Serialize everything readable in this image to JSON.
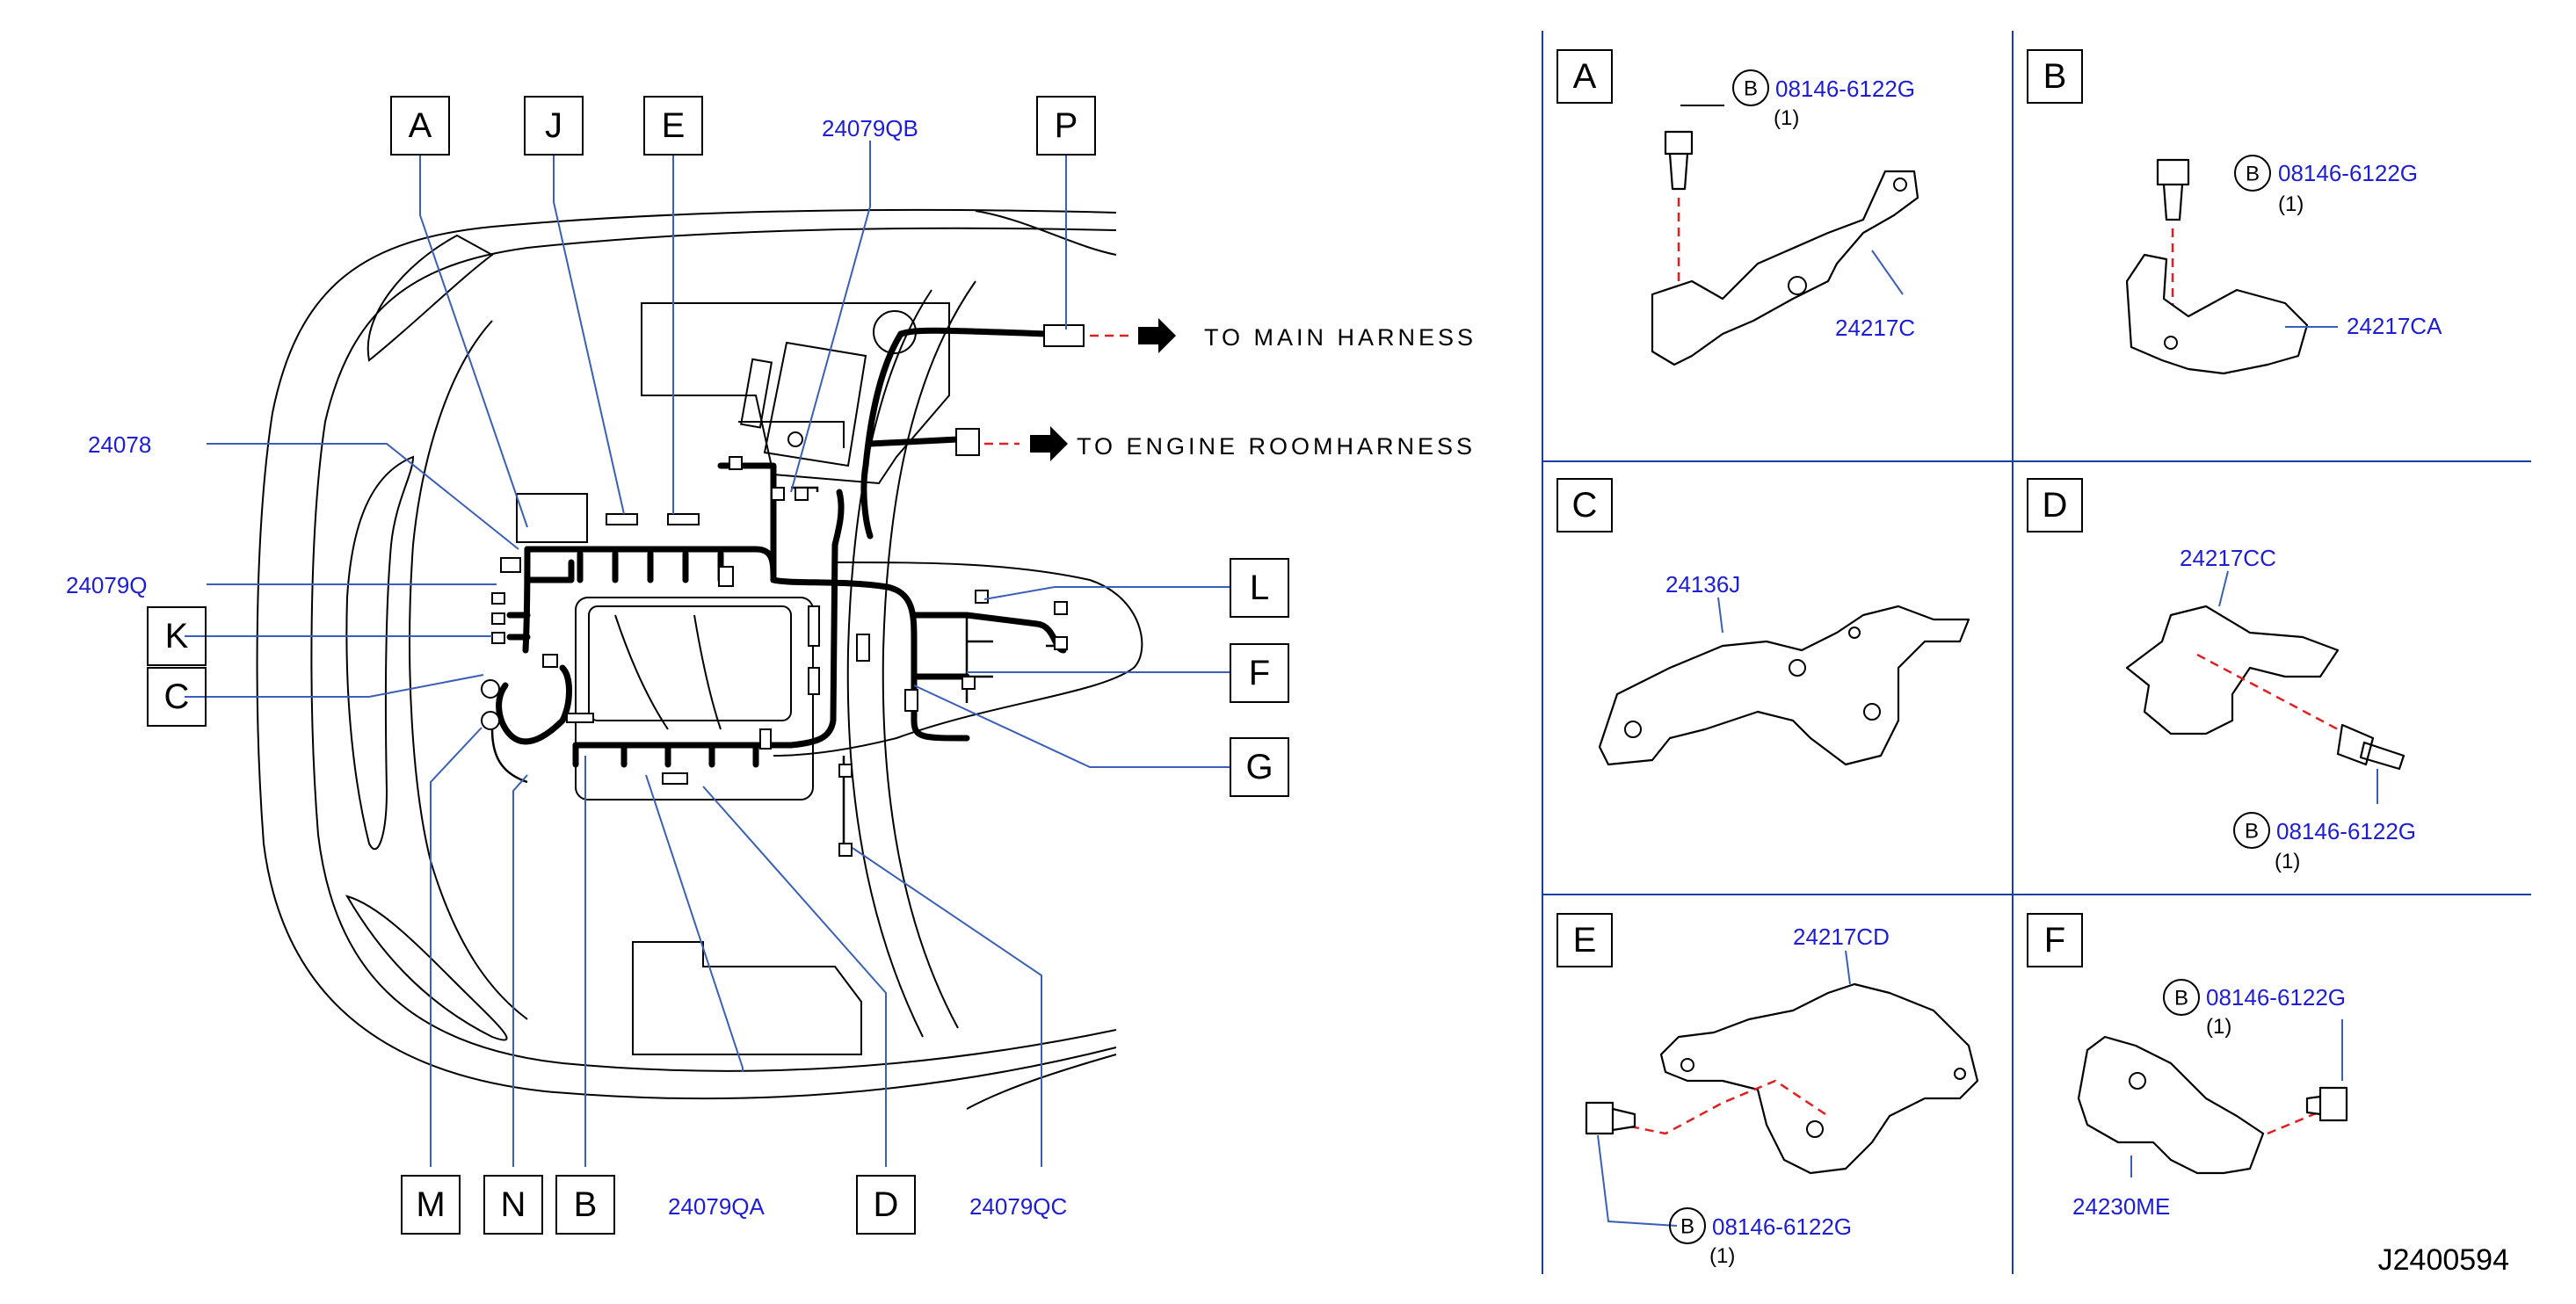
{
  "main_view": {
    "callouts_top": [
      "A",
      "J",
      "E",
      "P"
    ],
    "callouts_left": [
      "K",
      "C"
    ],
    "callouts_right": [
      "L",
      "F",
      "G"
    ],
    "callouts_bottom": [
      "M",
      "N",
      "B",
      "D"
    ],
    "parts": {
      "p24079QB": "24079QB",
      "p24078": "24078",
      "p24079Q": "24079Q",
      "p24079QA": "24079QA",
      "p24079QC": "24079QC"
    },
    "to_main": "TO MAIN HARNESS",
    "to_engine": "TO ENGINE ROOMHARNESS"
  },
  "details": [
    {
      "letter": "A",
      "bolt_ref": "B",
      "bolt_part": "08146-6122G",
      "qty": "(1)",
      "bracket_part": "24217C"
    },
    {
      "letter": "B",
      "bolt_ref": "B",
      "bolt_part": "08146-6122G",
      "qty": "(1)",
      "bracket_part": "24217CA"
    },
    {
      "letter": "C",
      "bracket_part": "24136J"
    },
    {
      "letter": "D",
      "bolt_ref": "B",
      "bolt_part": "08146-6122G",
      "qty": "(1)",
      "bracket_part": "24217CC"
    },
    {
      "letter": "E",
      "bolt_ref": "B",
      "bolt_part": "08146-6122G",
      "qty": "(1)",
      "bracket_part": "24217CD"
    },
    {
      "letter": "F",
      "bolt_ref": "B",
      "bolt_part": "08146-6122G",
      "qty": "(1)",
      "bracket_part": "24230ME"
    }
  ],
  "drawing_code": "J2400594",
  "colors": {
    "part_number": "#1d1dd6",
    "leader": "#3a5fb8",
    "dash": "#e02020"
  }
}
